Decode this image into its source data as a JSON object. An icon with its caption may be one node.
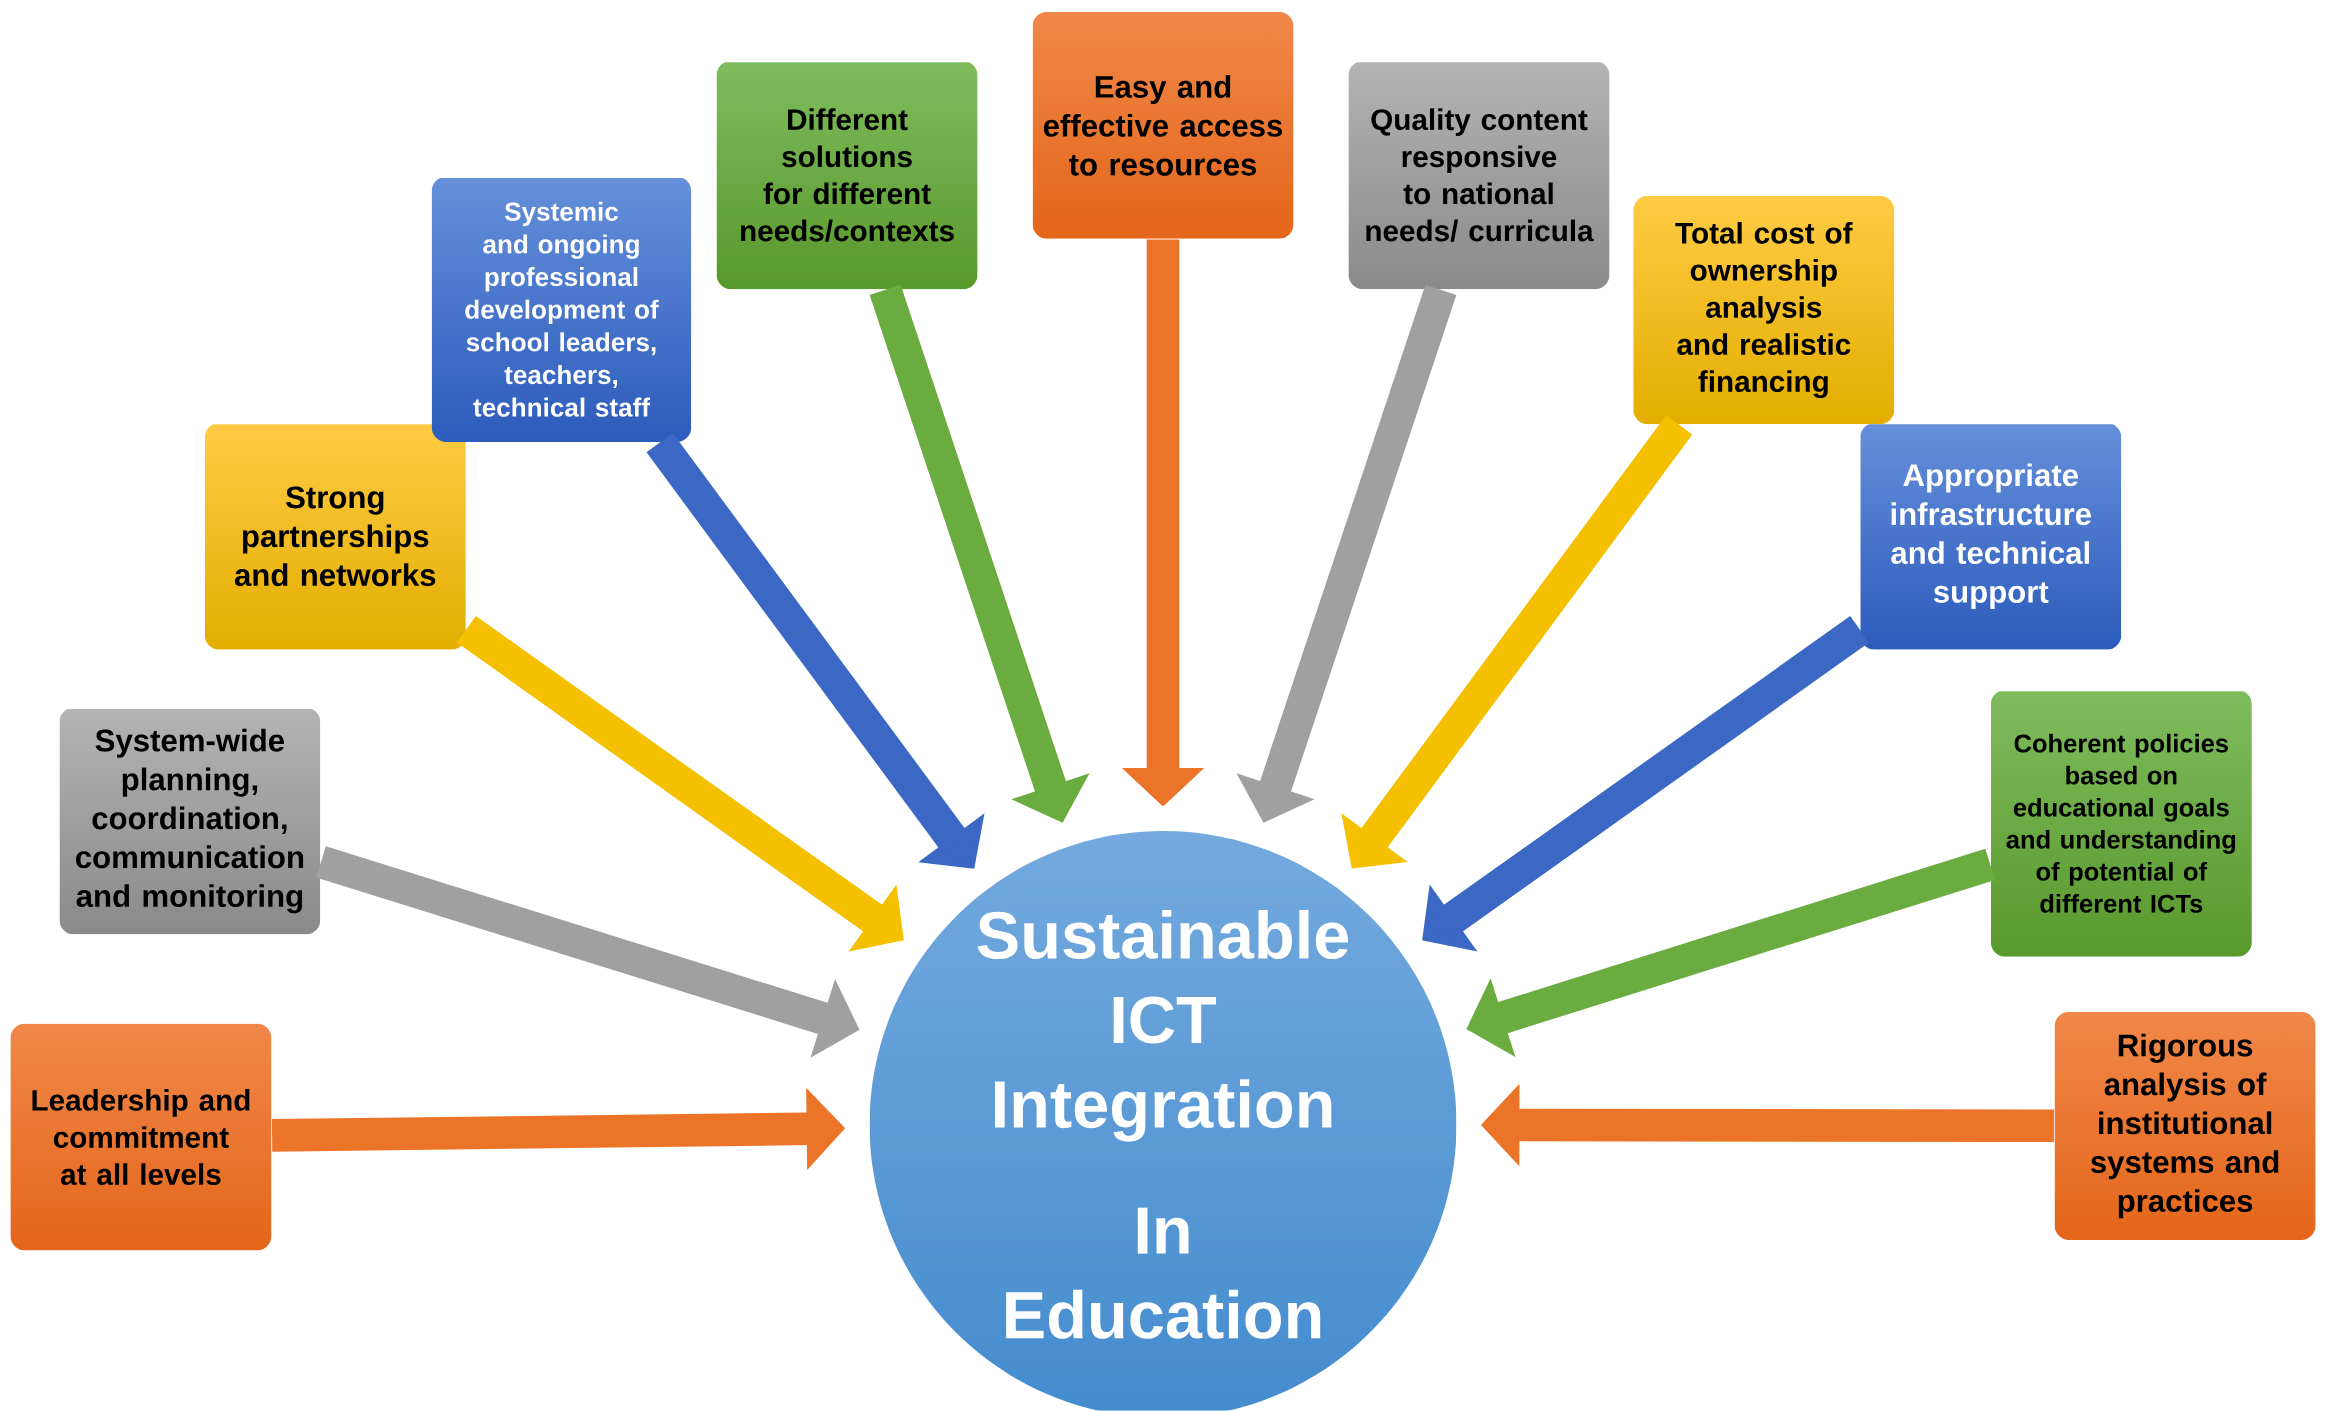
{
  "diagram": {
    "nodes": [
      {
        "text": [
          "Leadership and commitment at all levels"
        ]
      },
      {
        "text": [
          "System-wide planning, coordination, communication and monitoring"
        ]
      },
      {
        "text": [
          "Strong partnerships and networks"
        ]
      },
      {
        "text": [
          "Systemic and ongoing professional development of school leaders, teachers, technical staff"
        ]
      },
      {
        "text": [
          "Different solutions for different needs/contexts"
        ]
      },
      {
        "text": [
          "Easy and effective access to resources"
        ]
      },
      {
        "text": [
          "Quality content responsive to national needs/ curricula"
        ]
      },
      {
        "text": [
          "Total cost of ownership analysis and realistic financing"
        ]
      },
      {
        "text": [
          "Appropriate infrastructure and technical support"
        ]
      },
      {
        "text": [
          "Coherent policies based on educational goals and understanding of potential of different ICTs"
        ]
      },
      {
        "text": [
          "Rigorous analysis of institutional systems and practices"
        ]
      },
      {
        "text": [
          "Sustainable ICT Integration",
          "In Education"
        ]
      }
    ],
    "edges": [
      {
        "from": 0,
        "to": 11,
        "arrow": "to",
        "color": "#ec7428"
      },
      {
        "from": 1,
        "to": 11,
        "arrow": "to",
        "color": "#a0a0a0"
      },
      {
        "from": 2,
        "to": 11,
        "arrow": "to",
        "color": "#f5c000"
      },
      {
        "from": 3,
        "to": 11,
        "arrow": "to",
        "color": "#3a68c4"
      },
      {
        "from": 4,
        "to": 11,
        "arrow": "to",
        "color": "#6aac40"
      },
      {
        "from": 5,
        "to": 11,
        "arrow": "to",
        "color": "#ec7428"
      },
      {
        "from": 6,
        "to": 11,
        "arrow": "to",
        "color": "#a0a0a0"
      },
      {
        "from": 7,
        "to": 11,
        "arrow": "to",
        "color": "#f5c000"
      },
      {
        "from": 8,
        "to": 11,
        "arrow": "to",
        "color": "#3a68c4"
      },
      {
        "from": 9,
        "to": 11,
        "arrow": "to",
        "color": "#6aac40"
      },
      {
        "from": 10,
        "to": 11,
        "arrow": "to",
        "color": "#ec7428"
      }
    ]
  }
}
